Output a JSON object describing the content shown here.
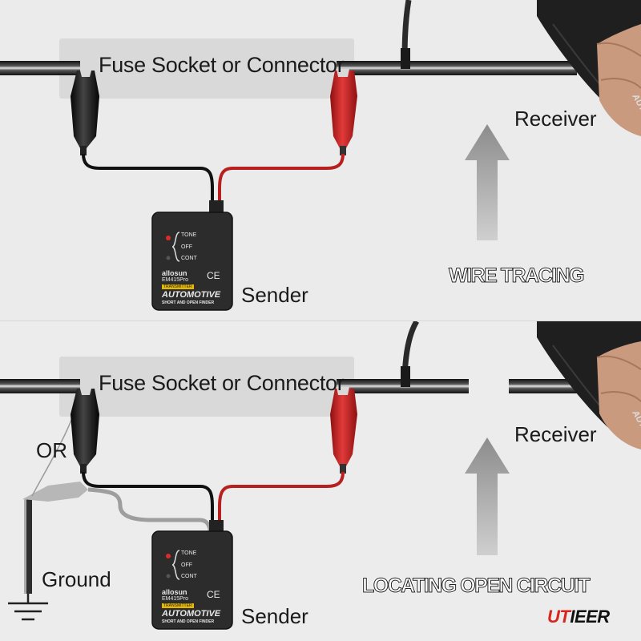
{
  "panels": [
    {
      "fuse_label": "Fuse Socket or Connector",
      "receiver_label": "Receiver",
      "sender_label": "Sender",
      "caption": "WIRE TRACING"
    },
    {
      "fuse_label": "Fuse Socket or Connector",
      "receiver_label": "Receiver",
      "sender_label": "Sender",
      "caption": "LOCATING OPEN CIRCUIT",
      "or_label": "OR",
      "ground_label": "Ground"
    }
  ],
  "device": {
    "switch_tone": "TONE",
    "switch_off": "OFF",
    "switch_cont": "CONT",
    "brand": "allosun",
    "model": "EM415Pro",
    "badge": "TRANSMITTER",
    "ce_mark": "CE",
    "title": "AUTOMOTIVE",
    "subtitle": "SHORT AND OPEN FINDER"
  },
  "receiver_device": {
    "marking": "AUT"
  },
  "watermark": {
    "brand_part1": "UT",
    "brand_part2": "IEER",
    "color_part1": "#d7261e",
    "color_part2": "#111111"
  },
  "colors": {
    "red_clip": "#cc2020",
    "black_clip": "#1c1c1c",
    "arrow": "#8a8a8a",
    "label_box": "#d9d9d9"
  }
}
